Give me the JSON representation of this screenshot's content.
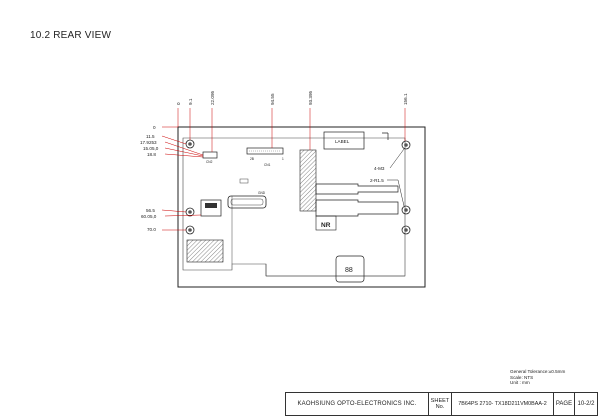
{
  "title": "10.2 REAR VIEW",
  "drawing": {
    "top_dimensions": [
      "0",
      "9.1",
      "22.095",
      "94.55",
      "93.395",
      "156.1"
    ],
    "left_dimensions": [
      "0",
      "11.5",
      "17.9253",
      "15.05,0",
      "18.8",
      "56.5",
      "60.05,0",
      "70.0"
    ],
    "label_box": "LABEL",
    "mark_nr": "NR",
    "callout_holes": "4-M3",
    "callout_radius": "2-R1.5",
    "connector_cn2": "CN2",
    "connector_cn1": "CN1",
    "small_label_gnd": "GND",
    "small_label_2b": "2B",
    "small_label_1": "1"
  },
  "notes": {
    "tolerance": "General Tolerance:±0.5mm",
    "scale": "Scale: NTS",
    "unit": "Unit : mm"
  },
  "title_block": {
    "company": "KAOHSIUNG OPTO-ELECTRONICS INC.",
    "sheet_line1": "SHEET",
    "sheet_line2": "No.",
    "drawing_number": "7B64PS 2710- TX18D211VM0BAA-2",
    "page_label": "PAGE",
    "page_number": "10-2/2"
  }
}
